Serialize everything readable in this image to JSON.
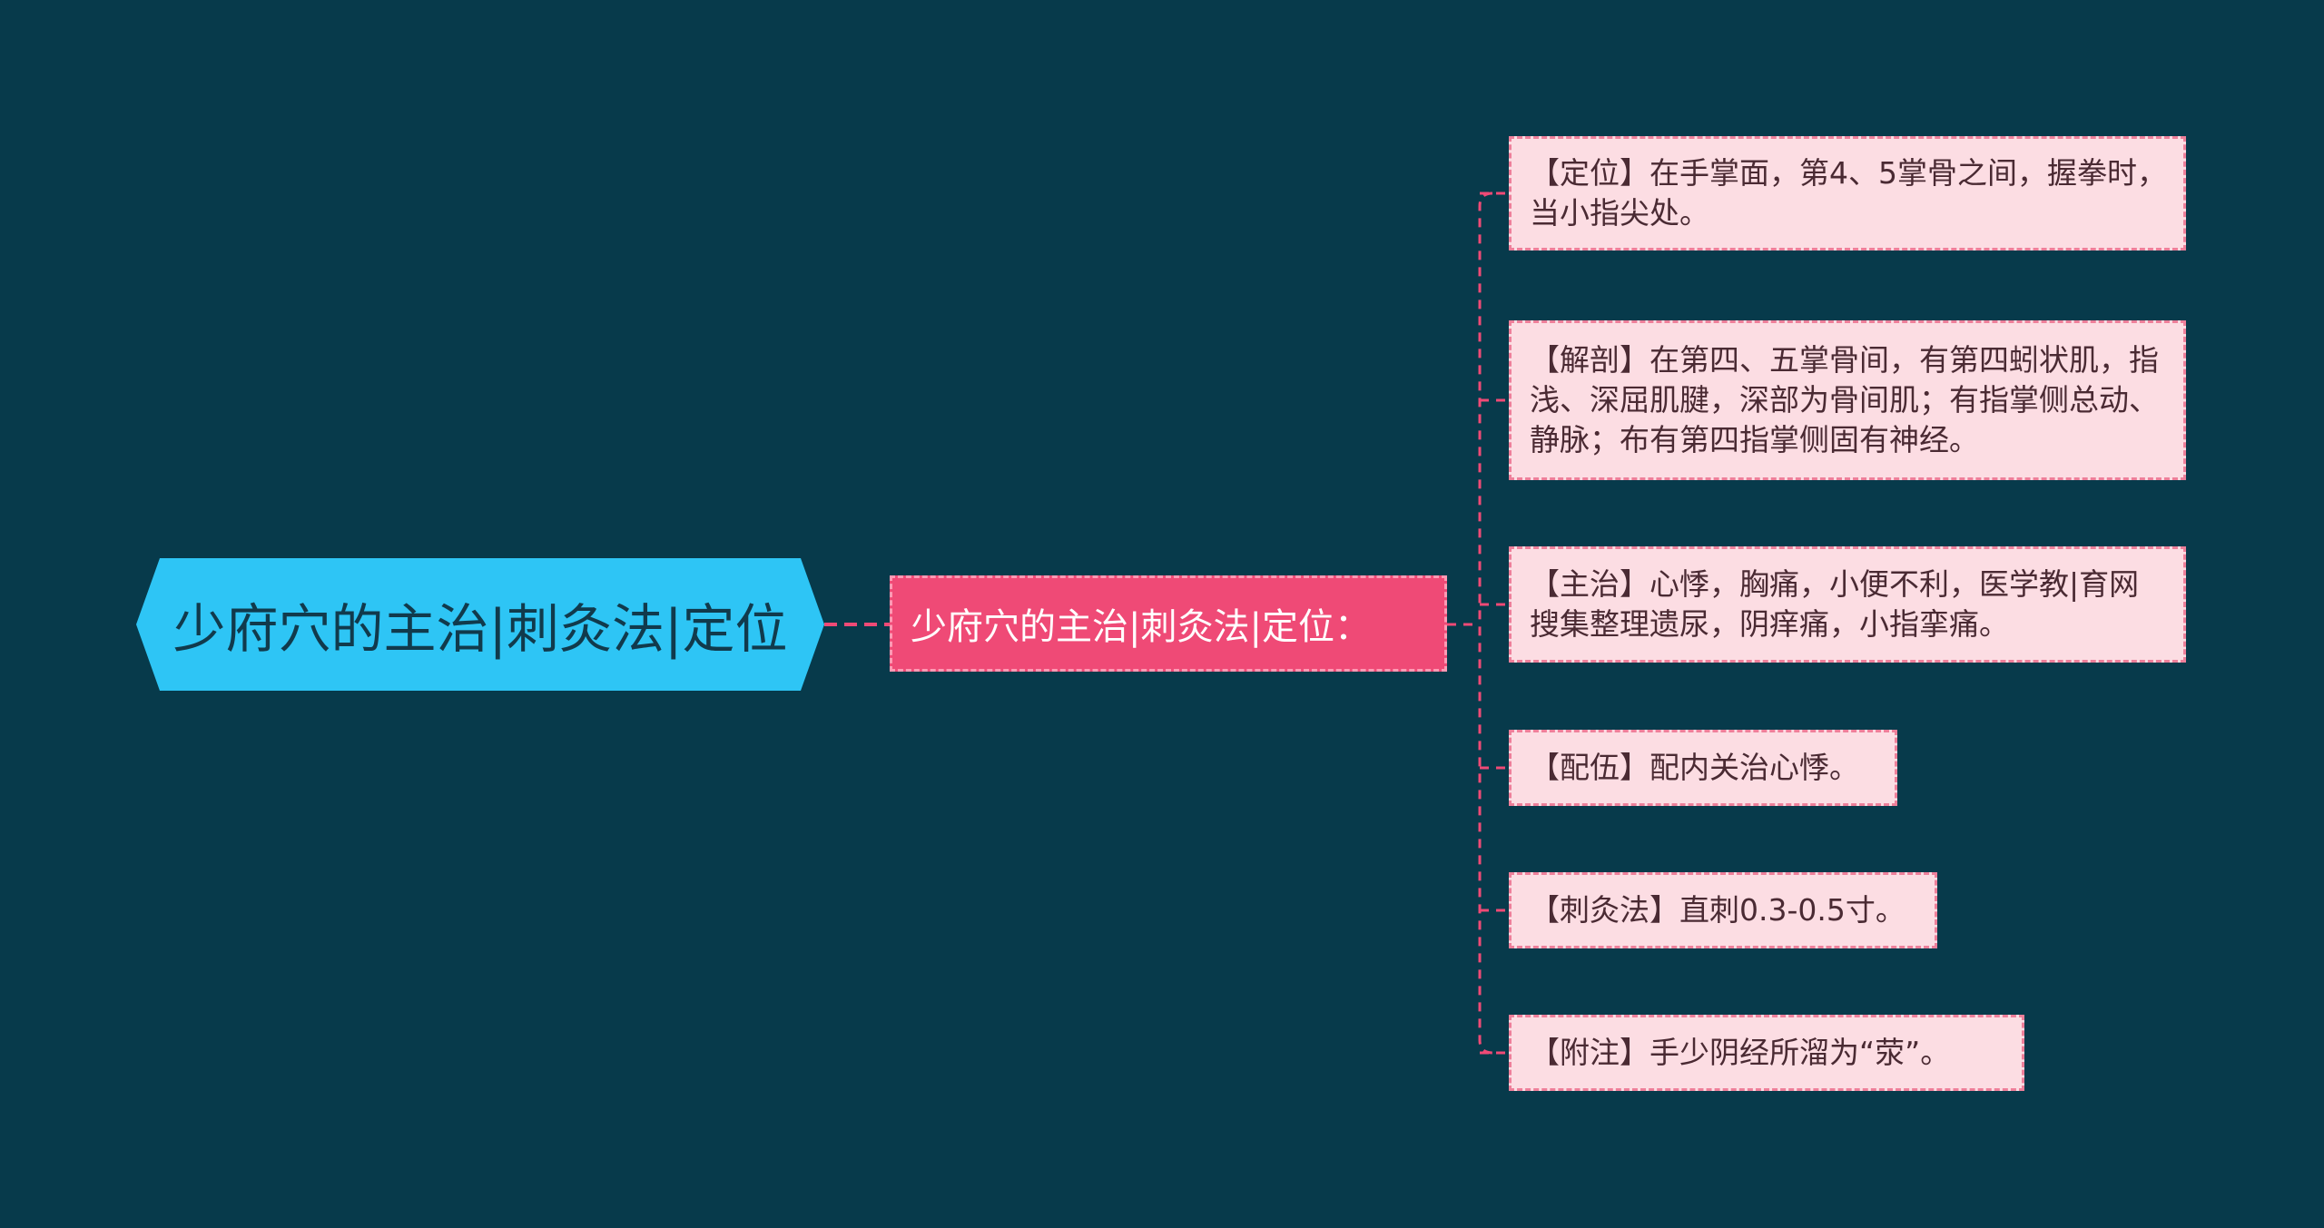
{
  "colors": {
    "background": "#073a4b",
    "root_fill": "#2ec5f5",
    "mid_fill": "#ef4a76",
    "leaf_fill": "#fcdde3",
    "connector": "#ef4a76"
  },
  "root": {
    "label": "少府穴的主治|刺灸法|定位"
  },
  "mid": {
    "label": "少府穴的主治|刺灸法|定位："
  },
  "leaves": [
    {
      "text": "【定位】在手掌面，第4、5掌骨之间，握拳时，当小指尖处。"
    },
    {
      "text": "【解剖】在第四、五掌骨间，有第四蚓状肌，指浅、深屈肌腱，深部为骨间肌；有指掌侧总动、静脉；布有第四指掌侧固有神经。"
    },
    {
      "text": "【主治】心悸，胸痛，小便不利，医学教|育网搜集整理遗尿，阴痒痛，小指挛痛。"
    },
    {
      "text": "【配伍】配内关治心悸。"
    },
    {
      "text": "【刺灸法】直刺0.3-0.5寸。"
    },
    {
      "text": "【附注】手少阴经所溜为“荥”。"
    }
  ]
}
